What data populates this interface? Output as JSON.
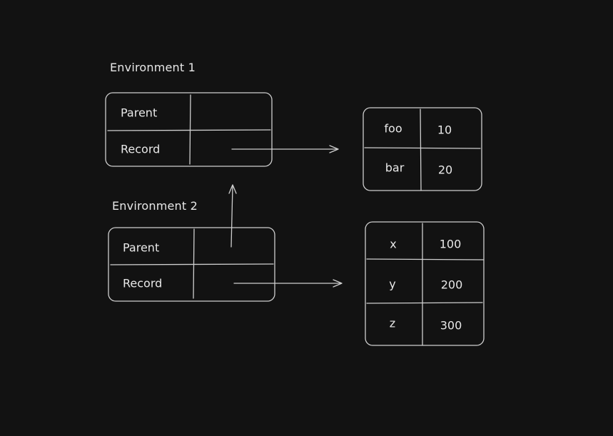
{
  "environments": [
    {
      "title": "Environment 1",
      "parent_label": "Parent",
      "record_label": "Record"
    },
    {
      "title": "Environment 2",
      "parent_label": "Parent",
      "record_label": "Record"
    }
  ],
  "records": [
    {
      "rows": [
        {
          "name": "foo",
          "value": "10"
        },
        {
          "name": "bar",
          "value": "20"
        }
      ]
    },
    {
      "rows": [
        {
          "name": "x",
          "value": "100"
        },
        {
          "name": "y",
          "value": "200"
        },
        {
          "name": "z",
          "value": "300"
        }
      ]
    }
  ]
}
